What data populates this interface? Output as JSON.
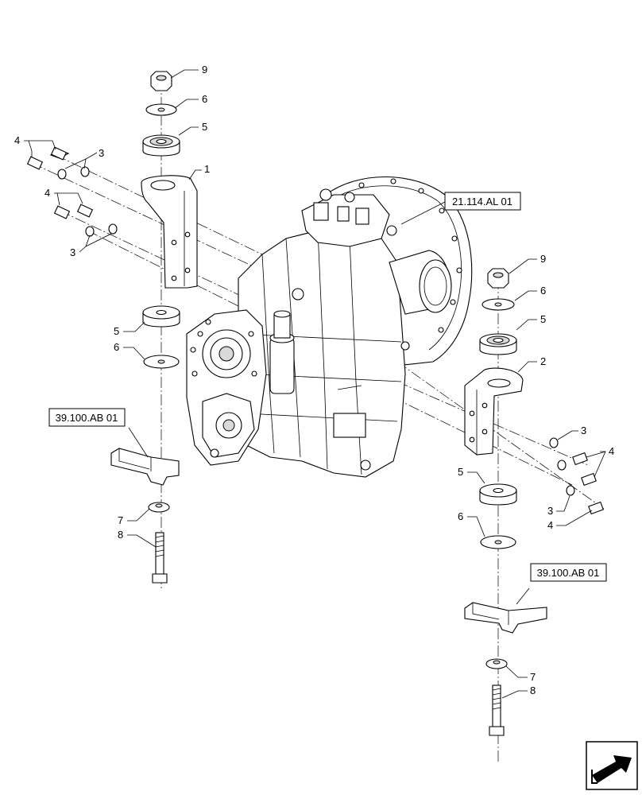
{
  "callouts": {
    "c9a": "9",
    "c6a": "6",
    "c5a": "5",
    "c1": "1",
    "c4a": "4",
    "c3a": "3",
    "c4b": "4",
    "c3b": "3",
    "c5b": "5",
    "c6b": "6",
    "c7a": "7",
    "c8a": "8",
    "c9b": "9",
    "c6c": "6",
    "c5c": "5",
    "c2": "2",
    "c3c": "3",
    "c4c": "4",
    "c3d": "3",
    "c4d": "4",
    "c5d": "5",
    "c6d": "6",
    "c7b": "7",
    "c8b": "8"
  },
  "references": {
    "transmission": "21.114.AL 01",
    "support_left": "39.100.AB 01",
    "support_right": "39.100.AB 01"
  },
  "icons": {
    "nav": "next-page-arrow-icon"
  }
}
